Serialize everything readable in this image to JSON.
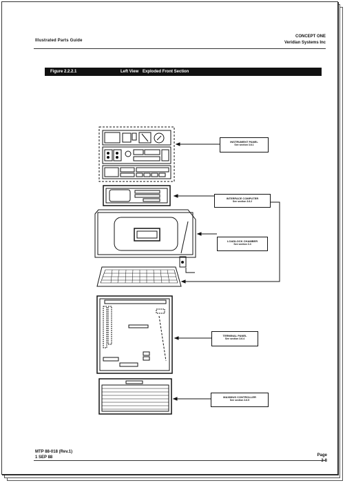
{
  "header": {
    "left_title": "Illustrated Parts Guide",
    "right_line1": "CONCEPT ONE",
    "right_line2": "Veridian Systems Inc"
  },
  "figure": {
    "number": "Figure 2.2.2.1",
    "view": "Left View",
    "title": "Exploded Front Section"
  },
  "callouts": [
    {
      "title": "INSTRUMENT PANEL",
      "ref": "See section 3.6.1"
    },
    {
      "title": "INTERFACE COMPUTER",
      "ref": "See section 3.6.2"
    },
    {
      "title": "LOADLOCK CHAMBER",
      "ref": "See section 3.3"
    },
    {
      "title": "TERMINAL PANEL",
      "ref": "See section 3.6.4"
    },
    {
      "title": "MAXIMUS CONTROLLER",
      "ref": "See section 3.6.5"
    }
  ],
  "footer": {
    "doc_number": "MTP 88-018 (Rev.1)",
    "date": "1 SEP 88",
    "page_label": "Page",
    "page_number": "3-8"
  }
}
